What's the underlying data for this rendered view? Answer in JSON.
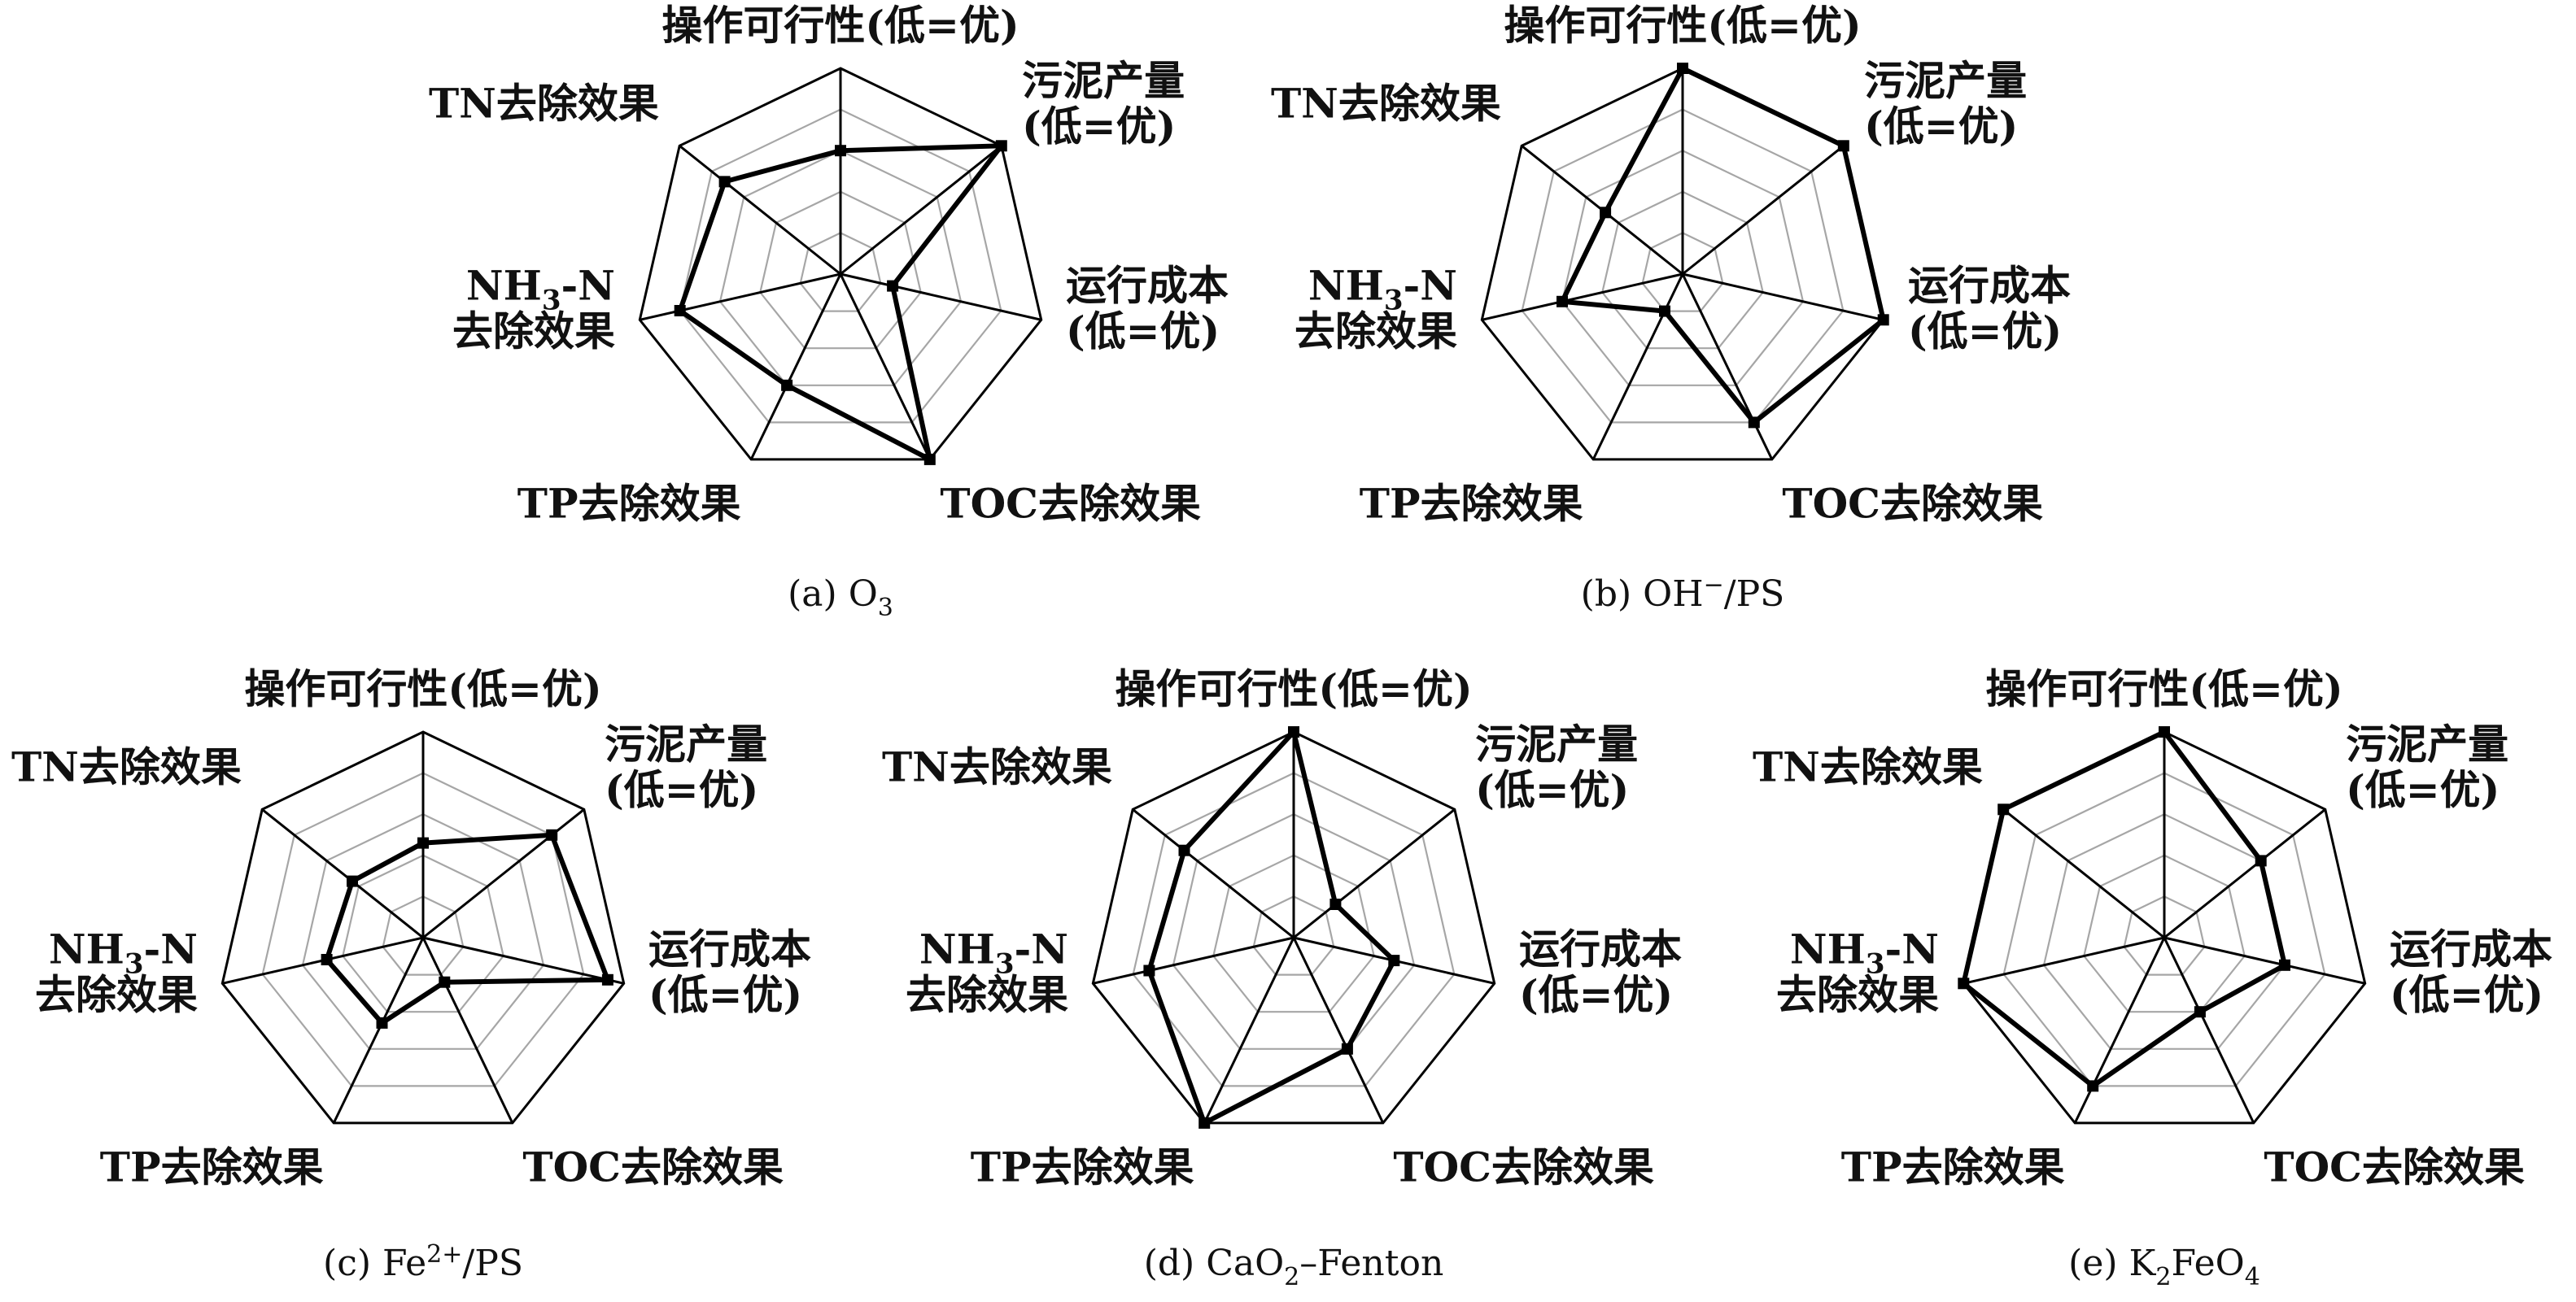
{
  "chart_data": [
    {
      "type": "radar",
      "caption": "(a) O",
      "caption_sub": "3",
      "caption_tail": "",
      "axes": [
        {
          "label": [
            "操作可行性(低=优)"
          ]
        },
        {
          "label": [
            "污泥产量",
            "(低=优)"
          ]
        },
        {
          "label": [
            "运行成本",
            "(低=优)"
          ]
        },
        {
          "label": [
            "TOC去除效果"
          ]
        },
        {
          "label": [
            "TP去除效果"
          ]
        },
        {
          "label": [
            "NH3-N",
            "去除效果"
          ]
        },
        {
          "label": [
            "TN去除效果"
          ]
        }
      ],
      "rlim": [
        0,
        5
      ],
      "grid_levels": 5,
      "values": [
        3,
        5,
        1.3,
        5,
        3,
        4,
        3.6
      ]
    },
    {
      "type": "radar",
      "caption": "(b) OH",
      "caption_sup": "−",
      "caption_tail": "/PS",
      "axes": [
        {
          "label": [
            "操作可行性(低=优)"
          ]
        },
        {
          "label": [
            "污泥产量",
            "(低=优)"
          ]
        },
        {
          "label": [
            "运行成本",
            "(低=优)"
          ]
        },
        {
          "label": [
            "TOC去除效果"
          ]
        },
        {
          "label": [
            "TP去除效果"
          ]
        },
        {
          "label": [
            "NH3-N",
            "去除效果"
          ]
        },
        {
          "label": [
            "TN去除效果"
          ]
        }
      ],
      "rlim": [
        0,
        5
      ],
      "grid_levels": 5,
      "values": [
        5,
        5,
        5,
        4,
        1,
        3,
        2.4
      ]
    },
    {
      "type": "radar",
      "caption": "(c) Fe",
      "caption_sup": "2+",
      "caption_tail": "/PS",
      "axes": [
        {
          "label": [
            "操作可行性(低=优)"
          ]
        },
        {
          "label": [
            "污泥产量",
            "(低=优)"
          ]
        },
        {
          "label": [
            "运行成本",
            "(低=优)"
          ]
        },
        {
          "label": [
            "TOC去除效果"
          ]
        },
        {
          "label": [
            "TP去除效果"
          ]
        },
        {
          "label": [
            "NH3-N",
            "去除效果"
          ]
        },
        {
          "label": [
            "TN去除效果"
          ]
        }
      ],
      "rlim": [
        0,
        5
      ],
      "grid_levels": 5,
      "values": [
        2.3,
        4,
        4.6,
        1.2,
        2.3,
        2.4,
        2.2
      ]
    },
    {
      "type": "radar",
      "caption": "(d) CaO",
      "caption_sub": "2",
      "caption_tail": "–Fenton",
      "axes": [
        {
          "label": [
            "操作可行性(低=优)"
          ]
        },
        {
          "label": [
            "污泥产量",
            "(低=优)"
          ]
        },
        {
          "label": [
            "运行成本",
            "(低=优)"
          ]
        },
        {
          "label": [
            "TOC去除效果"
          ]
        },
        {
          "label": [
            "TP去除效果"
          ]
        },
        {
          "label": [
            "NH3-N",
            "去除效果"
          ]
        },
        {
          "label": [
            "TN去除效果"
          ]
        }
      ],
      "rlim": [
        0,
        5
      ],
      "grid_levels": 5,
      "values": [
        5,
        1.3,
        2.5,
        3,
        5,
        3.6,
        3.4
      ]
    },
    {
      "type": "radar",
      "caption": "(e) K",
      "caption_sub": "2",
      "caption_tail": "FeO",
      "caption_sub2": "4",
      "axes": [
        {
          "label": [
            "操作可行性(低=优)"
          ]
        },
        {
          "label": [
            "污泥产量",
            "(低=优)"
          ]
        },
        {
          "label": [
            "运行成本",
            "(低=优)"
          ]
        },
        {
          "label": [
            "TOC去除效果"
          ]
        },
        {
          "label": [
            "TP去除效果"
          ]
        },
        {
          "label": [
            "NH3-N",
            "去除效果"
          ]
        },
        {
          "label": [
            "TN去除效果"
          ]
        }
      ],
      "rlim": [
        0,
        5
      ],
      "grid_levels": 5,
      "values": [
        5,
        3,
        3,
        2,
        4,
        5,
        5
      ]
    }
  ]
}
